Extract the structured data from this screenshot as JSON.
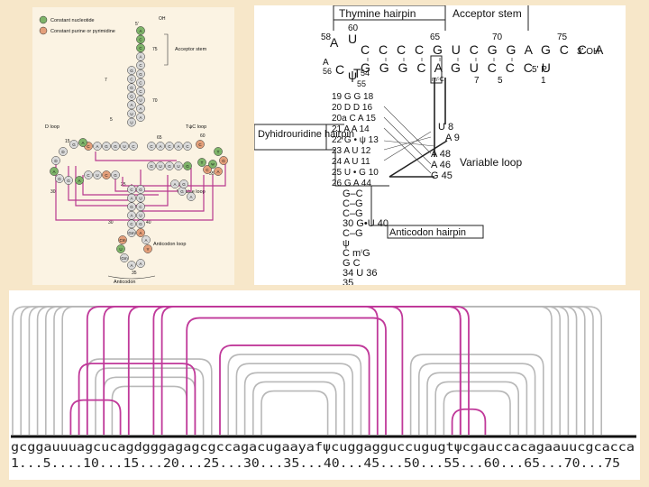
{
  "left_diagram": {
    "legend": [
      "Constant nucleotide",
      "Constant purine or pyrimidine"
    ],
    "labels": {
      "end5": "5'",
      "oh": "OH",
      "acceptor_stem": "Acceptor stem",
      "d_loop": "D loop",
      "tpsic_loop": "TψC loop",
      "variable_loop": "Variable loop",
      "anticodon_loop": "Anticodon loop",
      "anticodon": "Anticodon",
      "n1": "1",
      "n7": "7",
      "n10": "10",
      "n5": "5",
      "n15": "15",
      "n20": "20",
      "n25": "25",
      "n30": "30",
      "n40": "40",
      "n50": "50",
      "n55": "55",
      "n60": "60",
      "n65": "65",
      "n70": "70",
      "n75": "75",
      "n35": "35"
    },
    "acceptor_5": [
      "G",
      "C",
      "G",
      "G",
      "A",
      "U",
      "U"
    ],
    "acceptor_3": [
      "A",
      "C",
      "C",
      "A",
      "C",
      "G",
      "C",
      "C",
      "U",
      "A",
      "A"
    ],
    "anticodon_stem": [
      "C",
      "A",
      "G",
      "A",
      "C",
      "Gm",
      "A",
      "Cm",
      "U"
    ],
    "anticodon_stem_r": [
      "G",
      "U",
      "C",
      "U",
      "G",
      "A",
      "Y",
      "A"
    ]
  },
  "right_diagram": {
    "thymine_hairpin": "Thymine hairpin",
    "acceptor_stem": "Acceptor stem",
    "dihydrouridine_hairpin": "Dyhidrouridine hairpin",
    "variable_loop": "Variable loop",
    "anticodon_hairpin": "Anticodon hairpin",
    "top_numbers": [
      "60",
      "65",
      "70",
      "75"
    ],
    "top_row": "C C C C G U C G G A G C C A",
    "top_row_end": "3' OH",
    "mid_row": "G G G C A G U C C C U",
    "mid_row_end": "5' P",
    "mid_numbers": [
      "7",
      "5",
      "1"
    ],
    "left_top": [
      "58",
      "A",
      "U",
      "U"
    ],
    "left_mid": [
      "A",
      "56",
      "C",
      "ψ",
      "T",
      "54",
      "55"
    ],
    "d_rows": [
      "19 G G 18",
      "20 D D 16",
      "20a C A 15",
      "21 A A 14",
      "22 G • ψ 13",
      "23 A U 12",
      "24 A U 11",
      "25 U • G 10",
      "26 G A 44"
    ],
    "right_nums": [
      "U 8",
      "A 9",
      "A 48",
      "A 46",
      "G 45"
    ],
    "stem_rows": [
      "G–C",
      "C–G",
      "C–G",
      "30 G•U 40",
      "C–G",
      "ψ",
      "C  mⁱG",
      "G  C",
      "34 U  36",
      "35"
    ],
    "m5": "m⁵C"
  },
  "arc_diagram": {
    "sequence": "gcggauuuagcucagdgggagagcgccagacugaayafψcuggagguccugugtψcgauccacagaauucgcacca",
    "ruler": "1...5....10...15...20...25...30...35...40...45...50...55...60...65...70...75",
    "colors": {
      "stem_arc": "#b8b8b8",
      "tertiary_arc": "#c0399a"
    }
  }
}
